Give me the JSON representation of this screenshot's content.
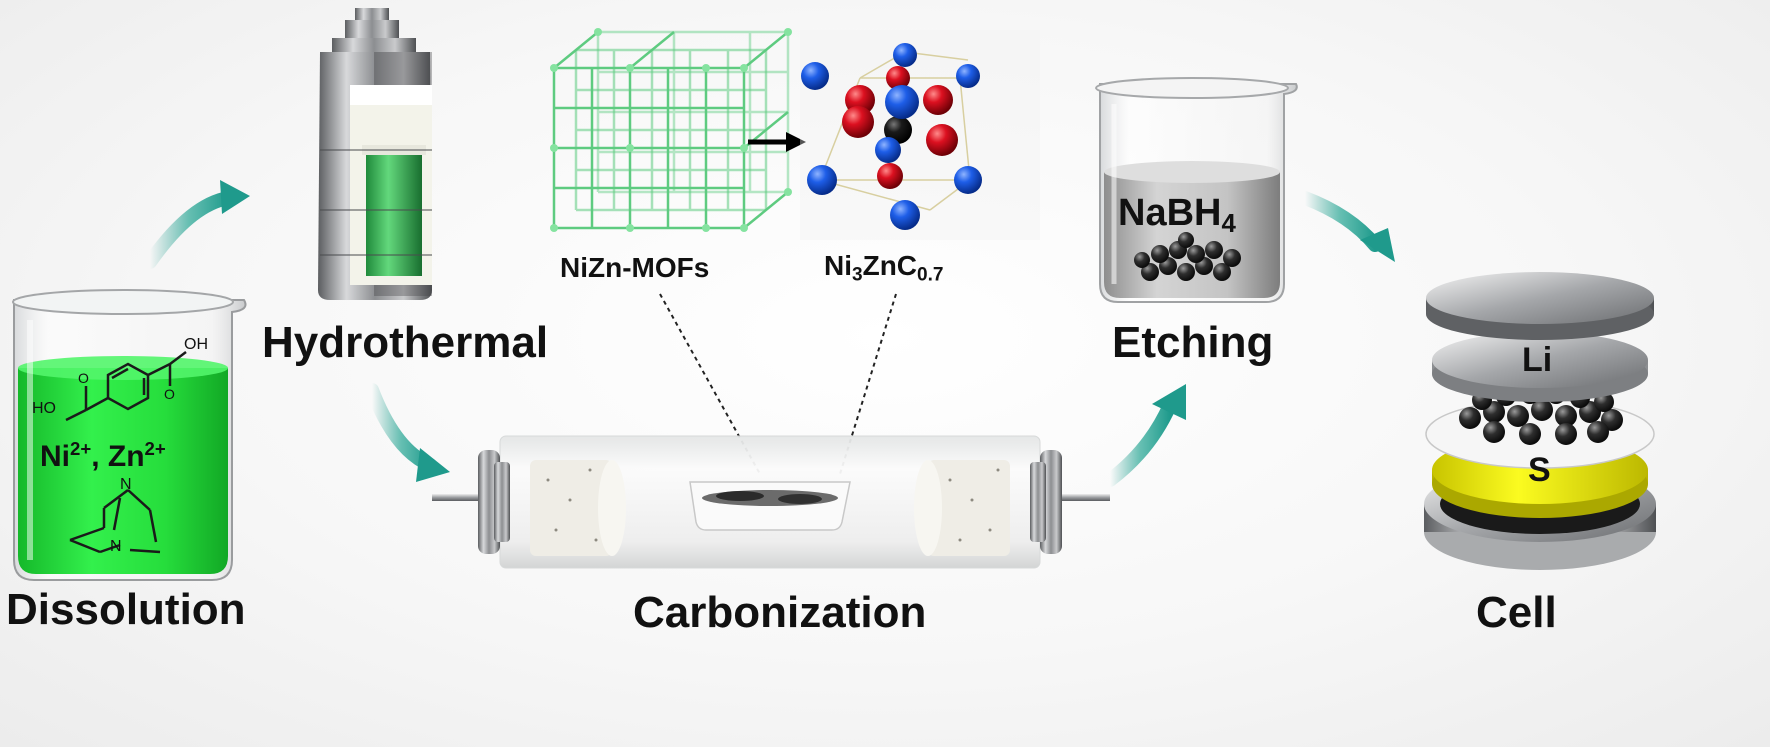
{
  "stages": {
    "dissolution": "Dissolution",
    "hydrothermal": "Hydrothermal",
    "carbonization": "Carbonization",
    "etching": "Etching",
    "cell": "Cell"
  },
  "materials": {
    "mof": "NiZn-MOFs",
    "carbide": {
      "a": "Ni",
      "b": "3",
      "c": "ZnC",
      "d": "0.7"
    }
  },
  "solution": {
    "ion_a": "Ni",
    "ion_a_charge": "2+",
    "separator": ", ",
    "ion_b": "Zn",
    "ion_b_charge": "2+",
    "linker_oh_left": "HO",
    "linker_oh_right": "OH",
    "linker_o_left": "O",
    "linker_o_right": "O",
    "dabco_n": "N"
  },
  "etchant": {
    "a": "NaBH",
    "b": "4"
  },
  "cell_layers": {
    "lithium": "Li",
    "sulfur": "S"
  },
  "colors": {
    "arrow_teal": "#1f9a8c",
    "solution_green": "#22e03a",
    "mof_green": "#56c97a",
    "atom_blue": "#1356e0",
    "atom_red": "#d9101e",
    "atom_black": "#0a0a0a",
    "sulfur_yellow": "#e9e80a"
  }
}
